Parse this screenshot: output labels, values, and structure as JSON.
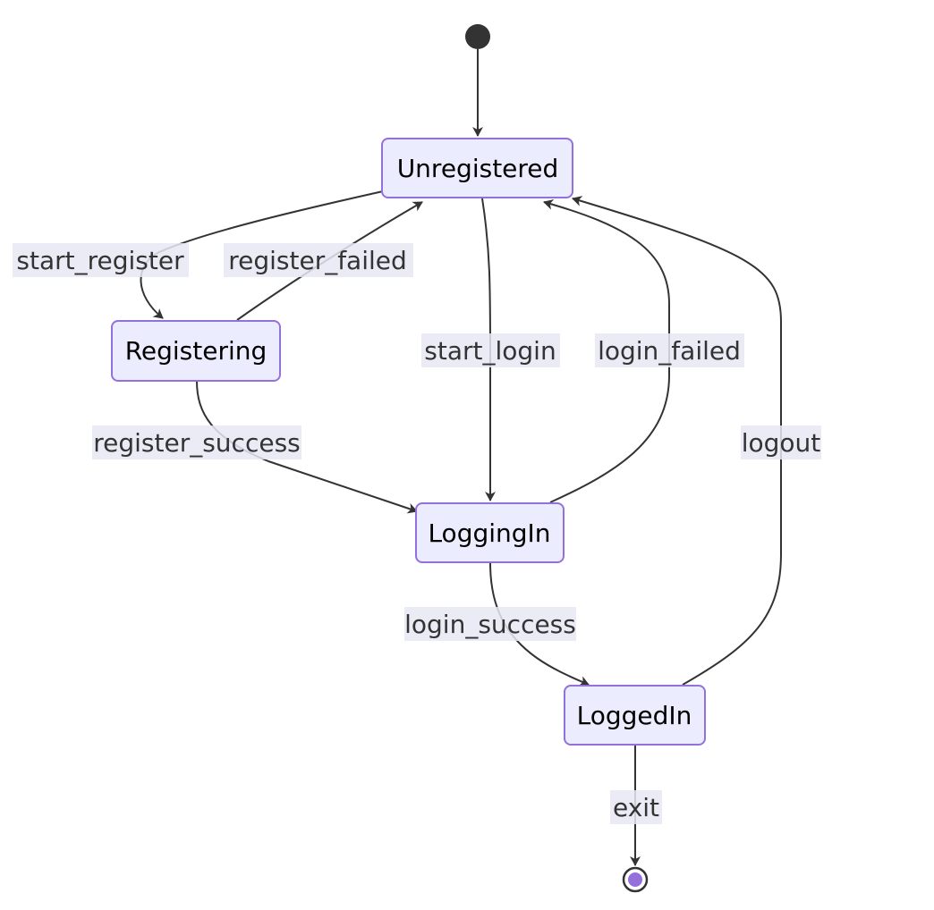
{
  "diagram": {
    "type": "state",
    "colors": {
      "state_fill": "#ECECFF",
      "state_border": "#9370DB",
      "edge": "#333333",
      "label_bg": "#E8E8F5",
      "start_marker": "#333333",
      "end_marker_inner": "#9370DB"
    },
    "states": {
      "unregistered": "Unregistered",
      "registering": "Registering",
      "logging_in": "LoggingIn",
      "logged_in": "LoggedIn"
    },
    "transitions": {
      "start_register": "start_register",
      "register_failed": "register_failed",
      "register_success": "register_success",
      "start_login": "start_login",
      "login_failed": "login_failed",
      "logout": "logout",
      "login_success": "login_success",
      "exit": "exit"
    }
  }
}
